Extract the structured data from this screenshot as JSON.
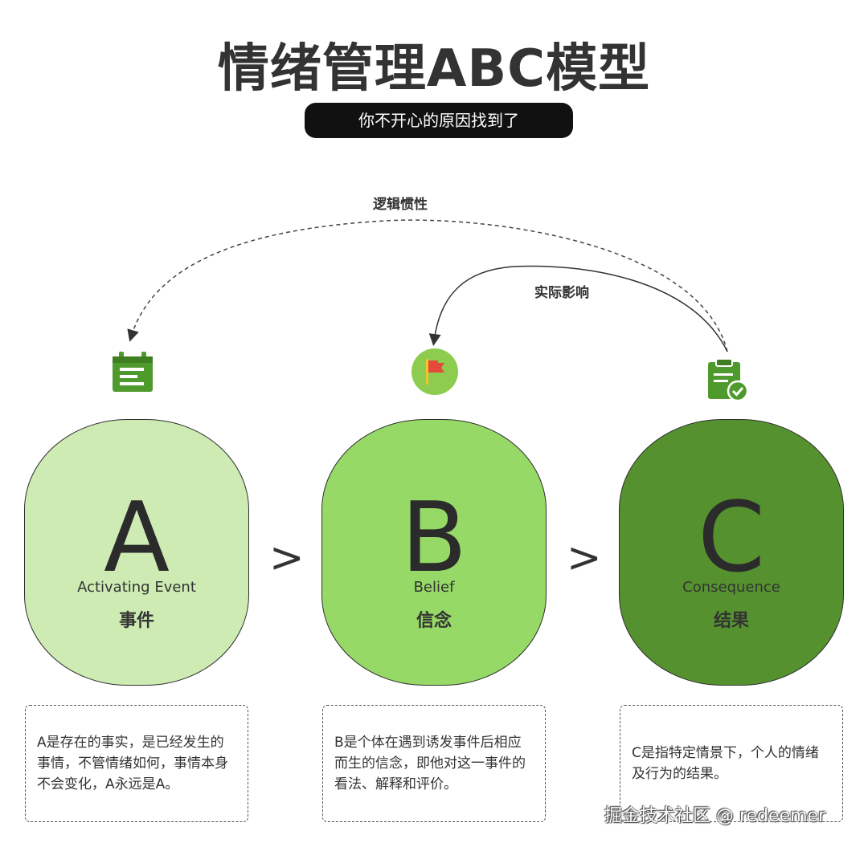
{
  "title": "情绪管理ABC模型",
  "subtitle": "你不开心的原因找到了",
  "arrows": {
    "outer_label": "逻辑惯性",
    "inner_label": "实际影响"
  },
  "separators": [
    ">",
    ">"
  ],
  "stages": [
    {
      "letter": "A",
      "english": "Activating Event",
      "chinese": "事件",
      "icon": "calendar-note-icon",
      "color": "#cdebb3",
      "description": "A是存在的事实，是已经发生的事情，不管情绪如何，事情本身不会变化，A永远是A。"
    },
    {
      "letter": "B",
      "english": "Belief",
      "chinese": "信念",
      "icon": "flag-icon",
      "color": "#96d966",
      "description": "B是个体在遇到诱发事件后相应而生的信念，即他对这一事件的看法、解释和评价。"
    },
    {
      "letter": "C",
      "english": "Consequence",
      "chinese": "结果",
      "icon": "clipboard-check-icon",
      "color": "#55922f",
      "description": "C是指特定情景下，个人的情绪及行为的结果。"
    }
  ],
  "watermark": "掘金技术社区 @ redeemer"
}
